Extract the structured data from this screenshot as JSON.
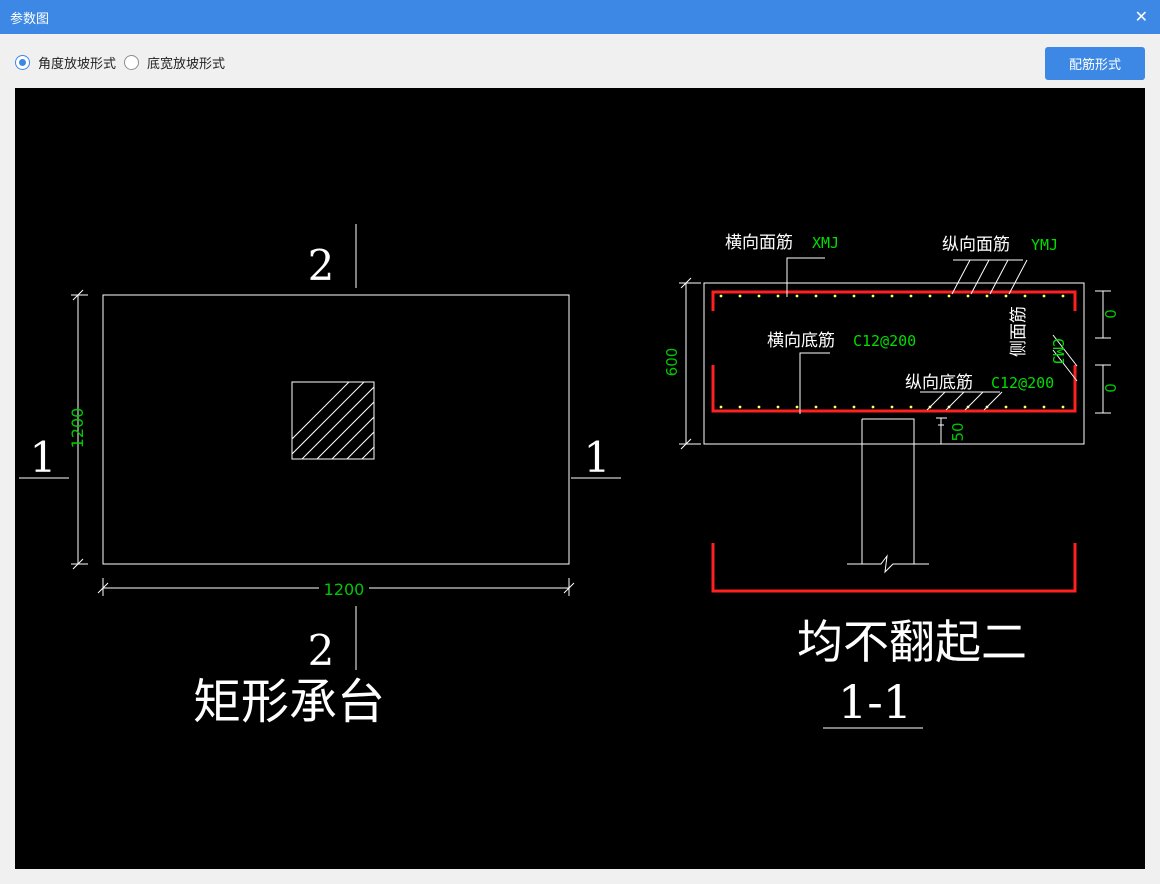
{
  "window": {
    "title": "参数图",
    "close_glyph": "✕"
  },
  "options": [
    {
      "label": "角度放坡形式",
      "checked": true
    },
    {
      "label": "底宽放坡形式",
      "checked": false
    }
  ],
  "rebar_button": "配筋形式",
  "drawing": {
    "colors": {
      "line": "#ffffff",
      "dimension": "#00c800",
      "rebar": "#ff0000",
      "annotation_code": "#00dd00"
    },
    "plan": {
      "width_dim": "1200",
      "height_dim": "1200",
      "section_left": "1",
      "section_right": "1",
      "section_top": "2",
      "section_bottom": "2",
      "caption": "矩形承台"
    },
    "section": {
      "height_dim": "600",
      "right_dim_top": "0",
      "right_dim_bottom": "0",
      "cover_dim": "50",
      "top_transverse_label": "横向面筋",
      "top_transverse_code": "XMJ",
      "top_longitudinal_label": "纵向面筋",
      "top_longitudinal_code": "YMJ",
      "bottom_transverse_label": "横向底筋",
      "bottom_transverse_code": "C12@200",
      "bottom_longitudinal_label": "纵向底筋",
      "bottom_longitudinal_code": "C12@200",
      "side_label": "侧面筋",
      "side_code": "CMJ",
      "caption": "均不翻起二",
      "section_name": "1-1"
    }
  }
}
